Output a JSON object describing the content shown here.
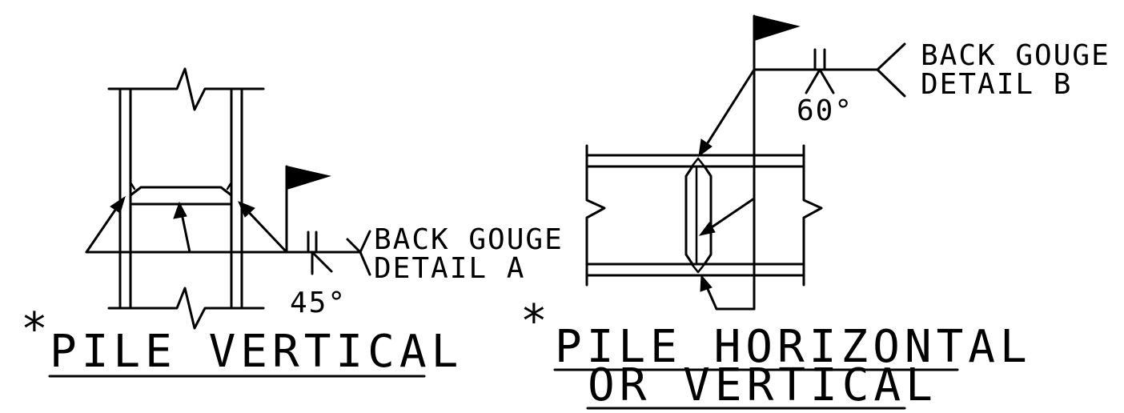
{
  "detail_a": {
    "weld_note_line1": "BACK GOUGE",
    "weld_note_line2": "DETAIL A",
    "groove_angle": "45°",
    "title_marker": "*",
    "title": "PILE VERTICAL"
  },
  "detail_b": {
    "weld_note_line1": "BACK GOUGE",
    "weld_note_line2": "DETAIL B",
    "groove_angle": "60°",
    "title_marker": "*",
    "title_line1": "PILE HORIZONTAL",
    "title_line2": "OR VERTICAL"
  }
}
